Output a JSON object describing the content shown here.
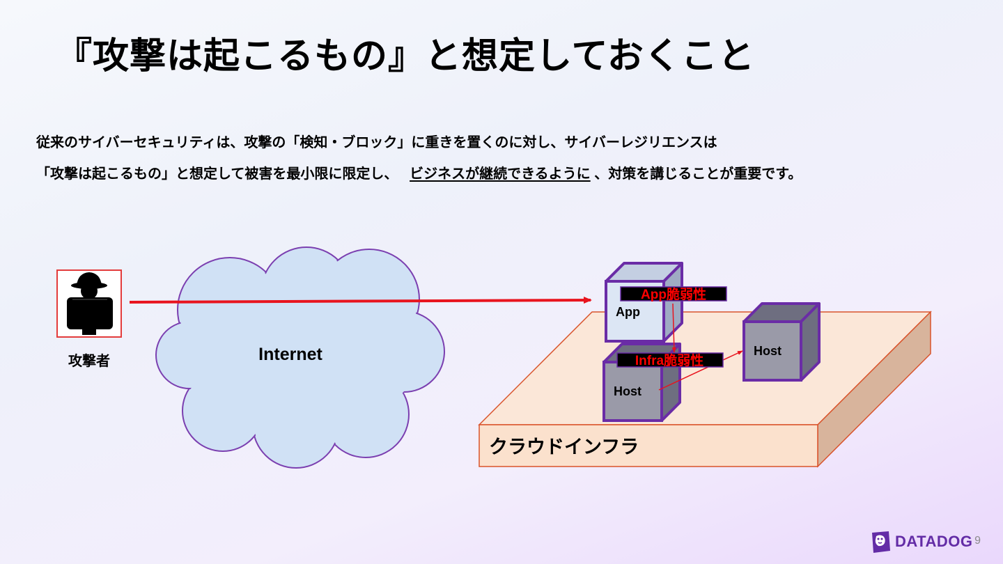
{
  "title": "『攻撃は起こるもの』と想定しておくこと",
  "body": {
    "line1": "従来のサイバーセキュリティは、攻撃の「検知・ブロック」に重きを置くのに対し、サイバーレジリエンスは",
    "line2_pre": "「攻撃は起こるもの」と想定して被害を最小限に限定し、",
    "line2_underlined": "ビジネスが継続できるように",
    "line2_post": "、対策を講じることが重要です。"
  },
  "diagram": {
    "attacker_label": "攻撃者",
    "internet_label": "Internet",
    "cloud_infra_label": "クラウドインフラ",
    "app_box_label": "App",
    "host_box_label": "Host",
    "host2_box_label": "Host",
    "app_vuln_label": "App脆弱性",
    "infra_vuln_label": "Infra脆弱性",
    "colors": {
      "attack_arrow": "#e8141e",
      "vuln_text": "#ff0000",
      "box_border": "#6a2ca6",
      "platform_fill": "#fbe1cd",
      "cloud_fill": "#d0e1f5"
    }
  },
  "footer": {
    "brand": "DATADOG",
    "page_number": "9"
  }
}
